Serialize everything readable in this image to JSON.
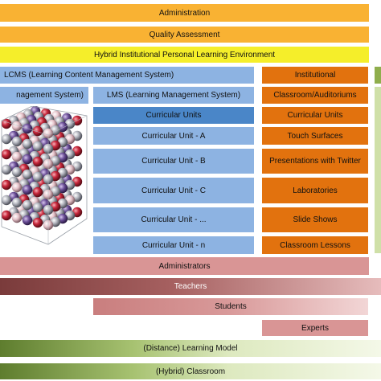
{
  "layers": {
    "administration": "Administration",
    "quality_assessment": "Quality Assessment",
    "hybrid_ple": "Hybrid Institutional Personal Learning Environment"
  },
  "lcms": {
    "label": "LCMS (Learning Content Management System)"
  },
  "lms_partial": {
    "label": "nagement System)"
  },
  "lms": {
    "label": "LMS (Learning Management System)",
    "items": [
      "Curricular Units",
      "Curricular Unit - A",
      "Curricular Unit - B",
      "Curricular Unit - C",
      "Curricular Unit - ...",
      "Curricular Unit - n"
    ]
  },
  "institutional": {
    "label": "Institutional",
    "items": [
      "Classroom/Auditoriums",
      "Curricular Units",
      "Touch Surfaces",
      "Presentations with Twitter",
      "Laboratories",
      "Slide Shows",
      "Classroom Lessons"
    ]
  },
  "roles": {
    "administrators": "Administrators",
    "teachers": "Teachers",
    "students": "Students",
    "experts": "Experts"
  },
  "models": {
    "distance": "(Distance) Learning Model",
    "hybrid": "(Hybrid) Classroom"
  },
  "colors": {
    "administration": "#f9b233",
    "hybrid_ple": "#f5ee2a",
    "lms_blue": "#8db3e2",
    "curricular_units_header": "#4a86c8",
    "institutional_orange": "#e2720e",
    "roles_pink": "#d99595",
    "model_green": "#8fae4c"
  }
}
